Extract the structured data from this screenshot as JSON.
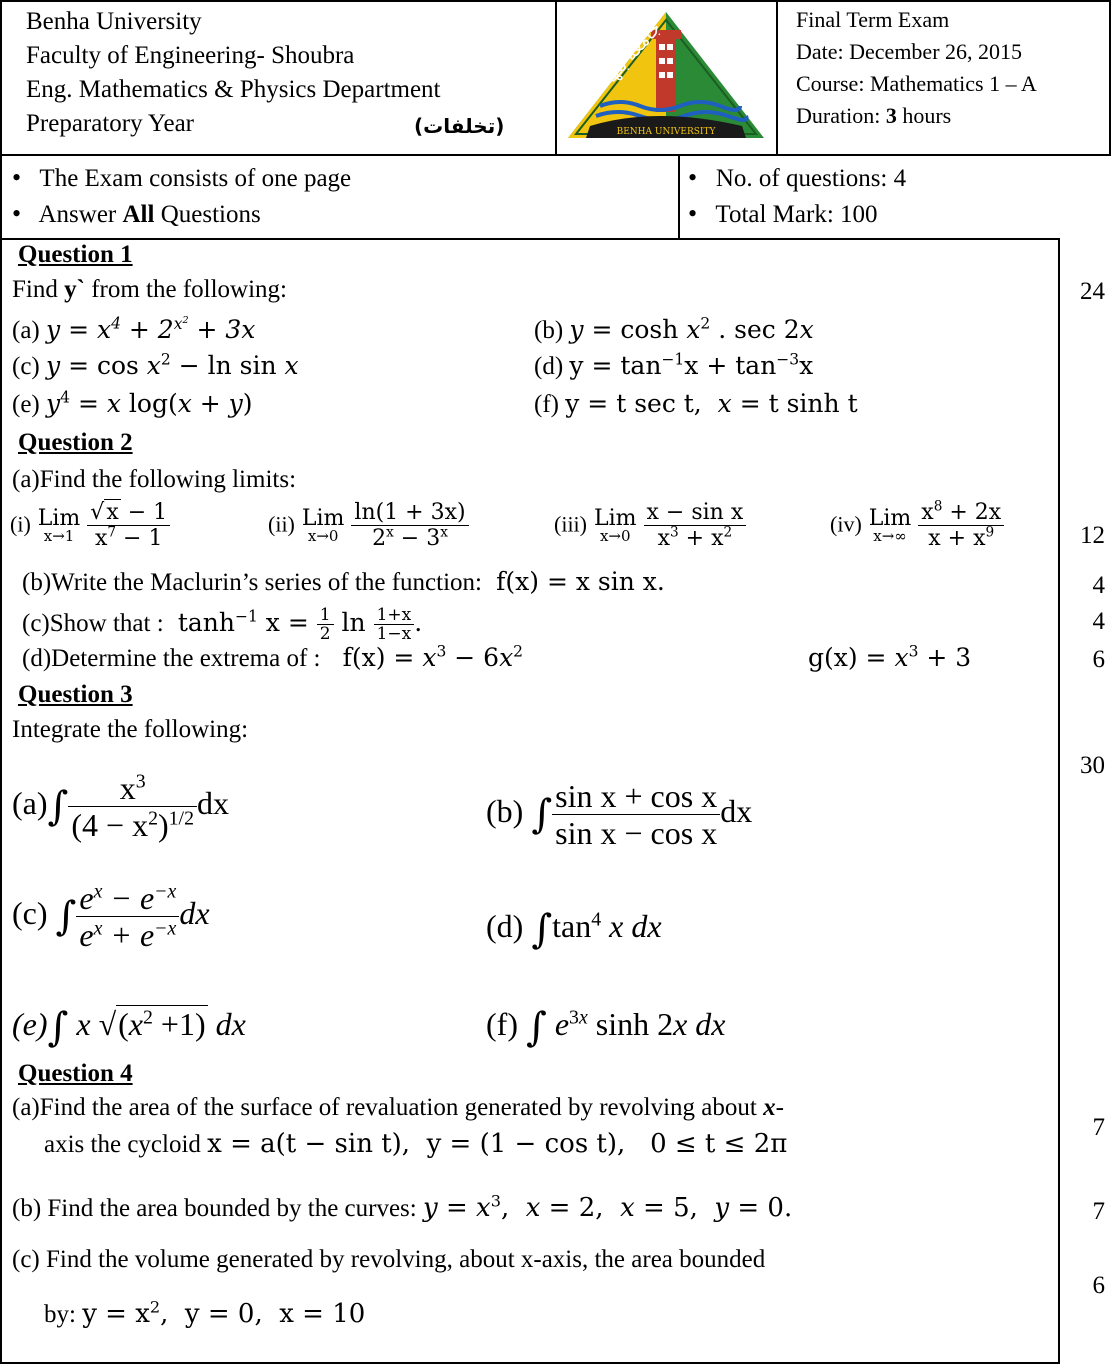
{
  "header": {
    "left_lines": [
      "Benha University",
      "Faculty of Engineering- Shoubra",
      "Eng. Mathematics & Physics Department",
      "Preparatory Year"
    ],
    "arabic_note": "(تخلفات)",
    "logo_text_arabic": "جامعة بنها",
    "logo_text_english": "BENHA UNIVERSITY",
    "right_lines": [
      "Final Term Exam",
      "Date:  December  26,  2015",
      "Course:   Mathematics 1 – A",
      "Duration:"
    ],
    "duration_value": "3",
    "duration_unit": "hours"
  },
  "info": {
    "left": {
      "line1": "The Exam consists of one page",
      "line2_prefix": "Answer",
      "line2_bold": "All",
      "line2_suffix": "Questions"
    },
    "right": {
      "line1": "No. of questions:  4",
      "line2": "Total Mark:  100"
    }
  },
  "q1": {
    "title": "Question 1",
    "intro_prefix": "Find",
    "intro_bold": "y`",
    "intro_suffix": "from the following:",
    "mark": "24",
    "labels": [
      "(a)",
      "(b)",
      "(c)",
      "(d)",
      "(e)",
      "(f)"
    ]
  },
  "q2": {
    "title": "Question 2",
    "a": "(a)Find the following limits:",
    "a_mark": "12",
    "b": "(b)Write the Maclurin’s  series of the function:",
    "b_mark": "4",
    "c": "(c)Show that :",
    "c_mark": "4",
    "d": "(d)Determine the extrema of :",
    "d_mark": "6",
    "lim_labels": [
      "(i)",
      "(ii)",
      "(iii)",
      "(iv)"
    ],
    "lim_word": "Lim"
  },
  "q3": {
    "title": "Question 3",
    "intro": "Integrate the following:",
    "mark": "30",
    "labels": [
      "(a)",
      "(b)",
      "(c)",
      "(d)",
      "(e)",
      "(f)"
    ]
  },
  "q4": {
    "title": "Question 4",
    "a_line1_prefix": "(a)Find the area of the surface of revaluation generated by revolving about",
    "a_line1_suffix": "-",
    "a_line2": "axis the cycloid",
    "a_mark": "7",
    "b": "(b) Find the area bounded by the curves:",
    "b_mark": "7",
    "c_line1": "(c) Find the volume generated by revolving,  about x-axis,  the area bounded",
    "c_line2": "by:",
    "c_mark": "6"
  }
}
